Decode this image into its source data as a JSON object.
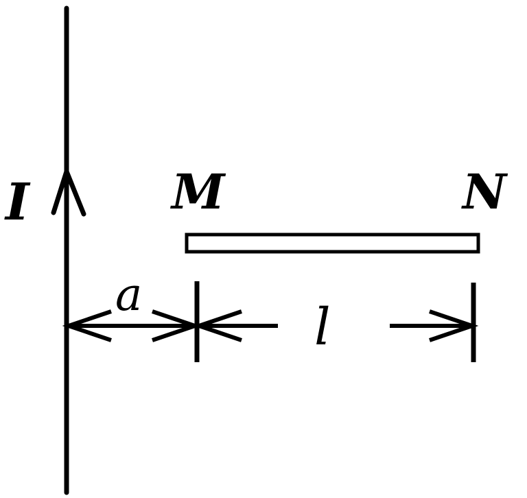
{
  "diagram": {
    "labels": {
      "current": "I",
      "end_m": "M",
      "end_n": "N",
      "distance_a": "a",
      "length_l": "l"
    },
    "colors": {
      "ink": "#000000",
      "background": "#ffffff"
    }
  }
}
